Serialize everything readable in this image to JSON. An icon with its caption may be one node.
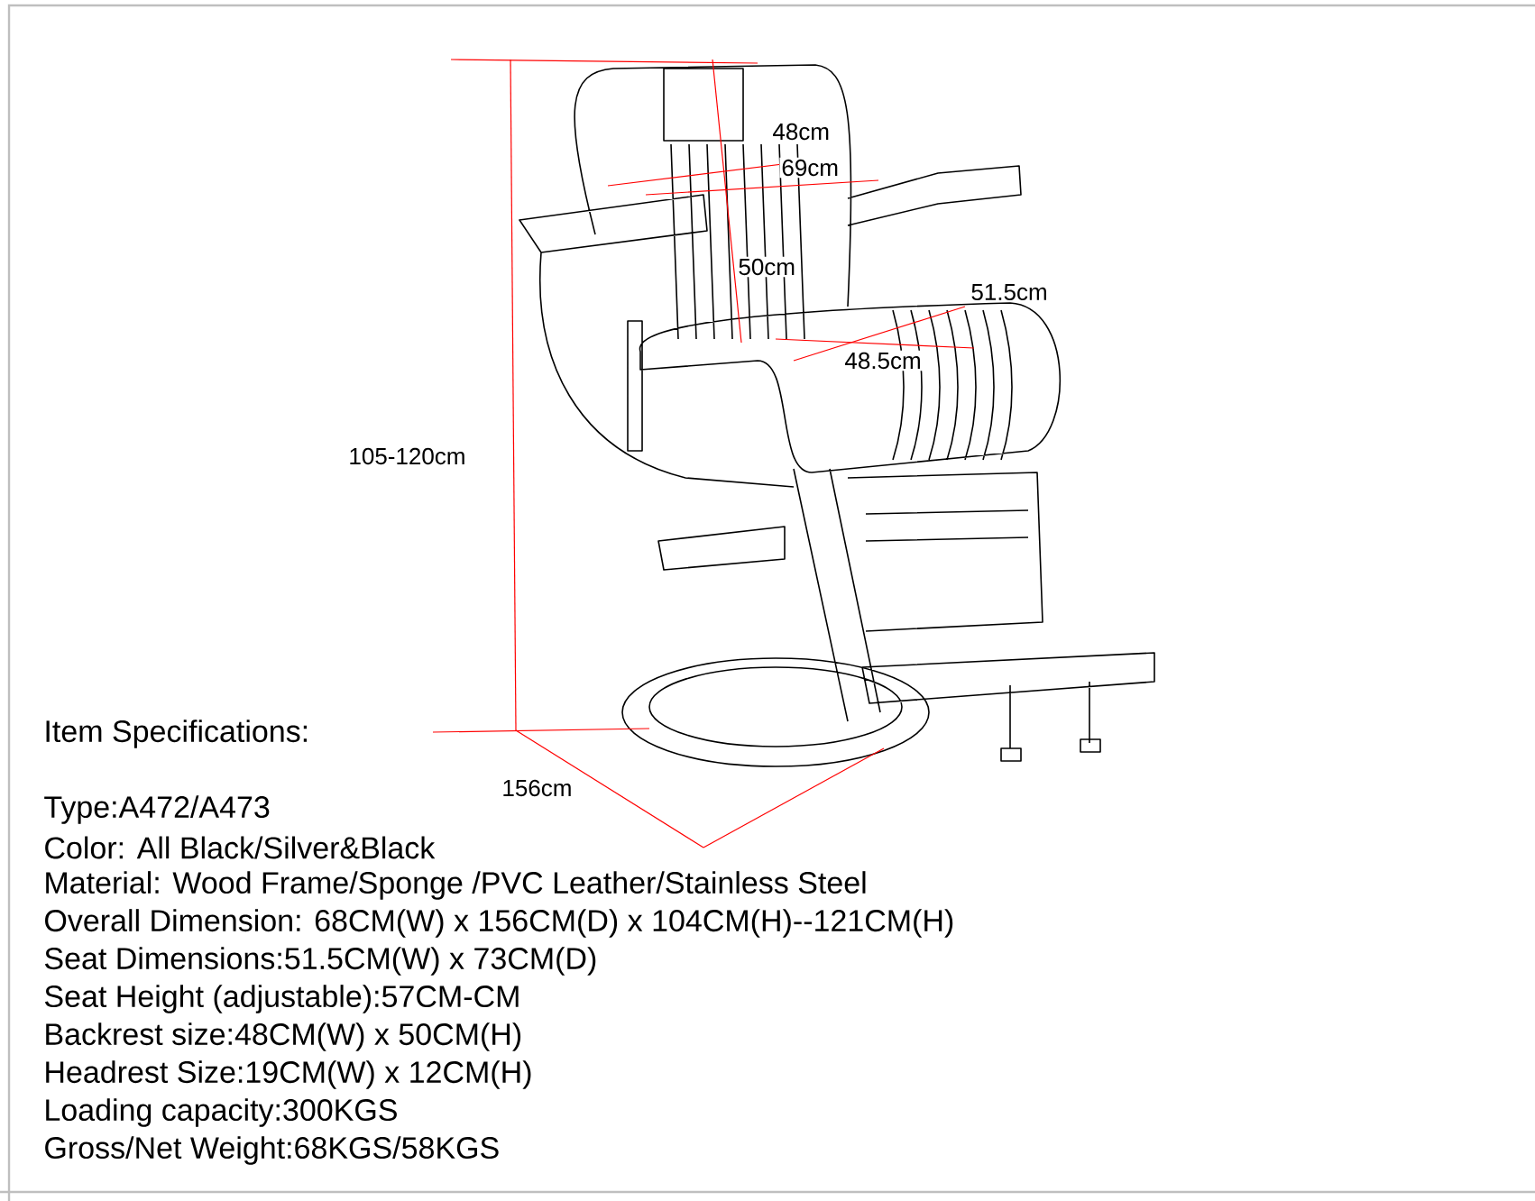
{
  "diagram": {
    "labels": [
      "48cm",
      "69cm",
      "50cm",
      "51.5cm",
      "48.5cm",
      "105-120cm",
      "Item Specifications:",
      "156cm",
      "Type:A472/A473",
      "Color: All Black/Silver&Black",
      "Material: Wood Frame/Sponge  /PVC Leather/Stainless Steel",
      "Overall Dimension: 68CM(W) x 156CM(D) x 104CM(H)--121CM(H)",
      "Seat Dimensions:51.5CM(W) x 73CM(D)",
      "Seat Height (adjustable):57CM-CM",
      "Backrest size:48CM(W) x 50CM(H)",
      "Headrest Size:19CM(W) x 12CM(H)",
      "Loading capacity:300KGS",
      "Gross/Net Weight:68KGS/58KGS"
    ]
  }
}
